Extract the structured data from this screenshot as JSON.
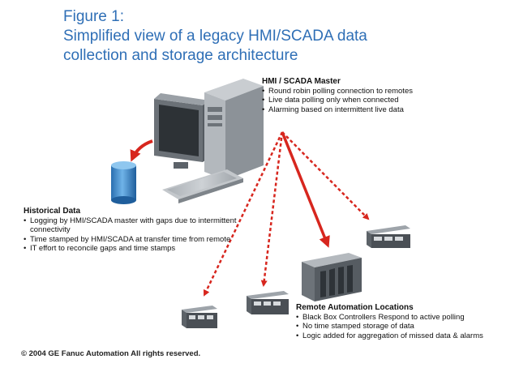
{
  "figure": {
    "title_line1": "Figure 1:",
    "title_line2": "Simplified view of a legacy HMI/SCADA data",
    "title_line3": "collection and storage architecture"
  },
  "master": {
    "heading": "HMI / SCADA Master",
    "bullets": [
      "Round robin polling connection to remotes",
      "Live data polling only when connected",
      "Alarming based on intermittent live data"
    ]
  },
  "historical": {
    "heading": "Historical Data",
    "bullets": [
      "Logging by HMI/SCADA master with gaps due to intermittent connectivity",
      "Time stamped by HMI/SCADA at transfer time from remote",
      "IT effort to reconcile gaps and time stamps"
    ]
  },
  "remote": {
    "heading": "Remote Automation Locations",
    "bullets": [
      "Black Box Controllers Respond to active polling",
      "No time stamped storage of data",
      "Logic added for aggregation of missed data & alarms"
    ]
  },
  "copyright": "© 2004 GE Fanuc Automation All rights reserved.",
  "colors": {
    "title": "#2f6fb6",
    "arrow": "#d7261e",
    "database": "#3e8fd0"
  }
}
